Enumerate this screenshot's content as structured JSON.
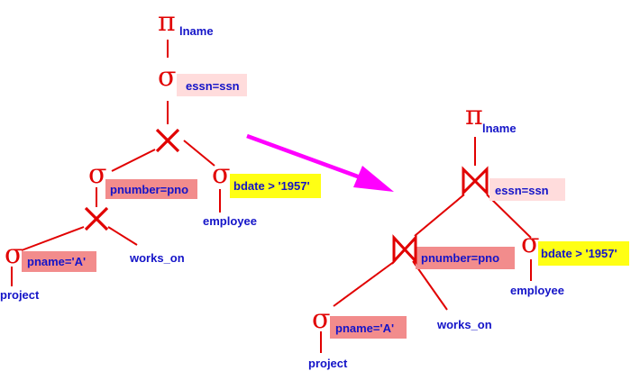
{
  "operators": {
    "sigma": "σ",
    "pi": "π"
  },
  "left_tree": {
    "root_projection": {
      "attribute": "lname"
    },
    "select_essn": {
      "condition": "essn=ssn"
    },
    "select_pnumber": {
      "condition": "pnumber=pno"
    },
    "select_bdate": {
      "condition": "bdate > '1957'"
    },
    "select_pname": {
      "condition": "pname='A'"
    },
    "leaves": {
      "employee": "employee",
      "works_on": "works_on",
      "project": "project"
    }
  },
  "right_tree": {
    "root_projection": {
      "attribute": "lname"
    },
    "join_essn": {
      "condition": "essn=ssn"
    },
    "join_pnumber": {
      "condition": "pnumber=pno"
    },
    "select_bdate": {
      "condition": "bdate > '1957'"
    },
    "select_pname": {
      "condition": "pname='A'"
    },
    "leaves": {
      "employee": "employee",
      "works_on": "works_on",
      "project": "project"
    }
  },
  "colors": {
    "operator": "#e10000",
    "label_text": "#1414c8",
    "arrow": "#ff00ff",
    "highlight_pink": "#ffdcdc",
    "highlight_salmon": "#f28c8c",
    "highlight_yellow": "#ffff14"
  }
}
